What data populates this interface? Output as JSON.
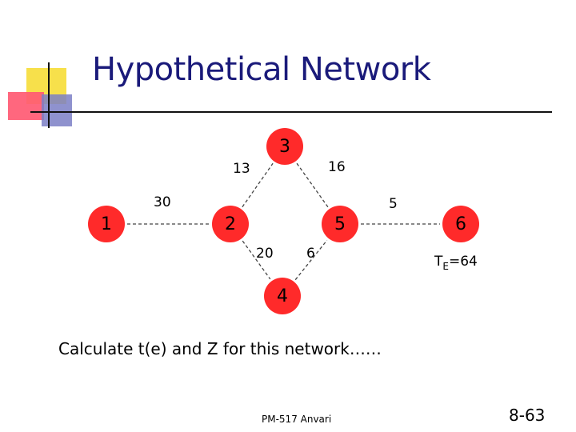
{
  "title": "Hypothetical Network",
  "colors": {
    "node_fill": "#ff2a2a",
    "title": "#1a1a7a"
  },
  "network": {
    "nodes": [
      {
        "id": "1",
        "label": "1"
      },
      {
        "id": "2",
        "label": "2"
      },
      {
        "id": "3",
        "label": "3"
      },
      {
        "id": "4",
        "label": "4"
      },
      {
        "id": "5",
        "label": "5"
      },
      {
        "id": "6",
        "label": "6"
      }
    ],
    "edges": [
      {
        "from": "1",
        "to": "2",
        "label": "30"
      },
      {
        "from": "2",
        "to": "3",
        "label": "13"
      },
      {
        "from": "3",
        "to": "5",
        "label": "16"
      },
      {
        "from": "2",
        "to": "4",
        "label": "20"
      },
      {
        "from": "4",
        "to": "5",
        "label": "6"
      },
      {
        "from": "5",
        "to": "6",
        "label": "5"
      }
    ],
    "completion_label": {
      "base": "T",
      "subscript": "E",
      "value": "=64"
    }
  },
  "question": "Calculate t(e) and Z for this network……",
  "footer": "PM-517   Anvari",
  "slide_number": "8-63"
}
